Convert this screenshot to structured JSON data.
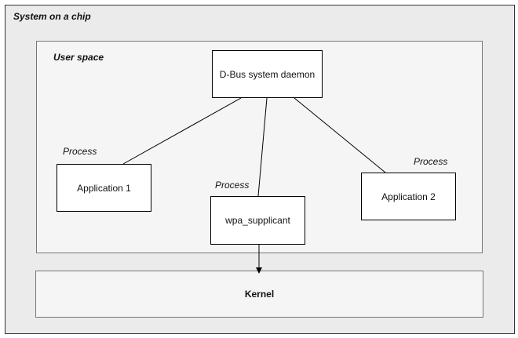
{
  "container": {
    "label": "System on a chip"
  },
  "user_space": {
    "label": "User space"
  },
  "kernel": {
    "label": "Kernel"
  },
  "nodes": {
    "dbus": {
      "label": "D-Bus system daemon"
    },
    "app1": {
      "label": "Application 1",
      "tag": "Process"
    },
    "wpa": {
      "label": "wpa_supplicant",
      "tag": "Process"
    },
    "app2": {
      "label": "Application 2",
      "tag": "Process"
    }
  }
}
